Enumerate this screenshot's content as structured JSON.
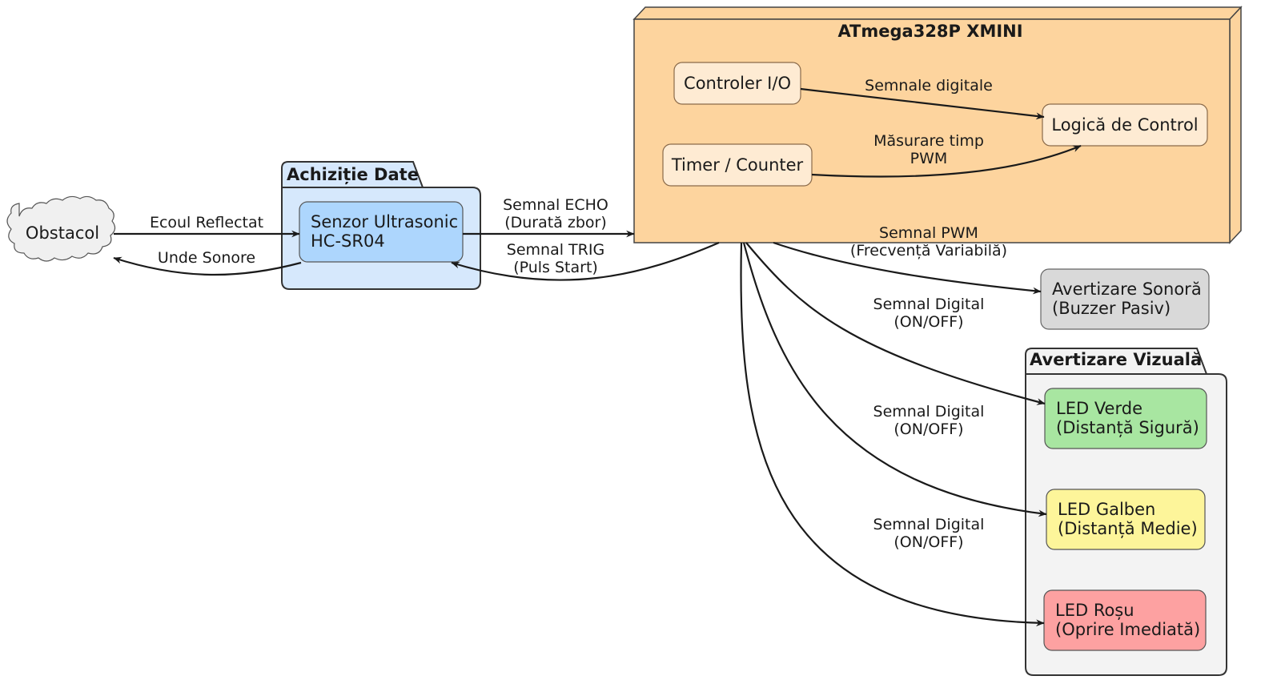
{
  "packages": {
    "acquisition": {
      "title": "Achiziție Date"
    },
    "visual": {
      "title": "Avertizare Vizuală"
    }
  },
  "mcu": {
    "title": "ATmega328P XMINI",
    "io": "Controler I/O",
    "timer": "Timer / Counter",
    "logic": "Logică de Control"
  },
  "nodes": {
    "obstacle": "Obstacol",
    "sensor": [
      "Senzor Ultrasonic",
      "HC-SR04"
    ],
    "buzzer": [
      "Avertizare Sonoră",
      "(Buzzer Pasiv)"
    ],
    "led_green": [
      "LED Verde",
      "(Distanță Sigură)"
    ],
    "led_yellow": [
      "LED Galben",
      "(Distanță Medie)"
    ],
    "led_red": [
      "LED Roșu",
      "(Oprire Imediată)"
    ]
  },
  "edges": {
    "echo_reflected": "Ecoul Reflectat",
    "sound_waves": "Unde Sonore",
    "echo_signal": [
      "Semnal ECHO",
      "(Durată zbor)"
    ],
    "trig_signal": [
      "Semnal TRIG",
      "(Puls Start)"
    ],
    "digital_signals": "Semnale digitale",
    "time_measure": [
      "Măsurare timp",
      "PWM"
    ],
    "pwm_signal": [
      "Semnal PWM",
      "(Frecvență Variabilă)"
    ],
    "digital_green": [
      "Semnal Digital",
      "(ON/OFF)"
    ],
    "digital_yellow": [
      "Semnal Digital",
      "(ON/OFF)"
    ],
    "digital_red": [
      "Semnal Digital",
      "(ON/OFF)"
    ]
  },
  "colors": {
    "mcu_fill": "#fdd49e",
    "mcu_inner_fill": "#feebd3",
    "acquisition_fill": "#d6e8fc",
    "sensor_fill": "#add6fd",
    "buzzer_fill": "#d9d9d9",
    "visual_fill": "#f3f3f3",
    "led_green": "#a8e6a1",
    "led_yellow": "#fdf59a",
    "led_red": "#fda1a1",
    "cloud_fill": "#f0f0f0"
  }
}
